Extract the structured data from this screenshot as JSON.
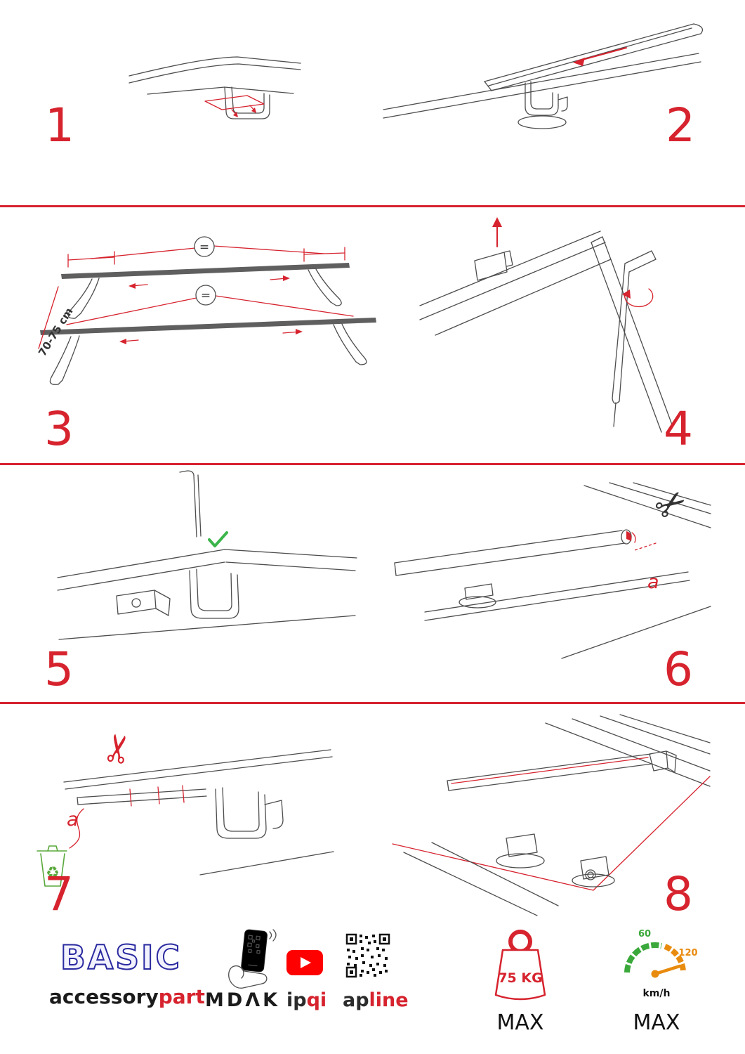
{
  "page": {
    "accent_red": "#d6232e",
    "line_gray": "#4d4d4d",
    "background": "#ffffff"
  },
  "steps": [
    {
      "number": "1"
    },
    {
      "number": "2"
    },
    {
      "number": "3",
      "equals_top": "=",
      "equals_bottom": "=",
      "measure": "70-75 cm"
    },
    {
      "number": "4"
    },
    {
      "number": "5"
    },
    {
      "number": "6",
      "cut_label": "a"
    },
    {
      "number": "7",
      "cut_label": "a"
    },
    {
      "number": "8"
    }
  ],
  "icons": {
    "scissors_glyph": "✂",
    "recycle_glyph": "♻"
  },
  "footer": {
    "basic": "BASIC",
    "accessory": "accessory",
    "part": "part",
    "mdak": "MDΛK",
    "ip": "ip",
    "qi": "qi",
    "ap": "ap",
    "line": "line",
    "weight_value": "75 KG",
    "weight_max": "MAX",
    "speed_low": "60",
    "speed_high": "120",
    "speed_unit": "km/h",
    "speed_max": "MAX",
    "colors": {
      "youtube": "#ff0000",
      "green": "#3aa83a",
      "orange": "#e88b0e",
      "navy": "#2a2aa0"
    }
  }
}
